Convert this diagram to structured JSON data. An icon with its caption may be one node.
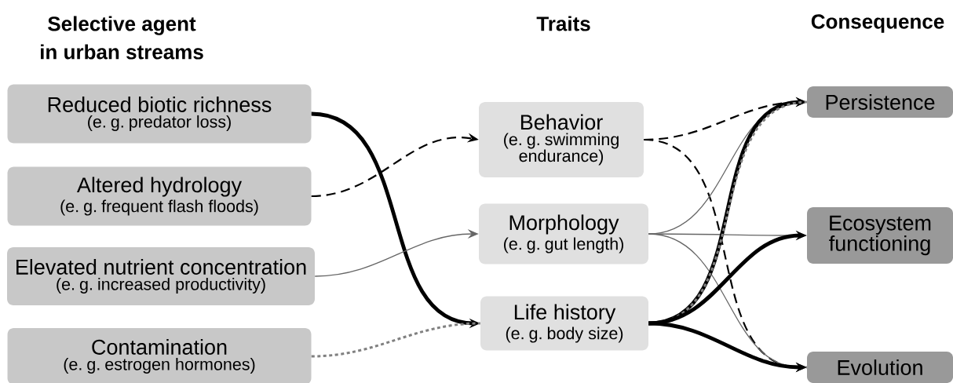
{
  "diagram": {
    "nodes": [
      {
        "text": [
          "Reduced biotic richness",
          "(e. g. predator loss)"
        ]
      },
      {
        "text": [
          "Altered hydrology",
          "(e. g. frequent flash floods)"
        ]
      },
      {
        "text": [
          "Elevated nutrient concentration",
          "(e. g. increased productivity)"
        ]
      },
      {
        "text": [
          "Contamination",
          "(e. g. estrogen hormones)"
        ]
      },
      {
        "text": [
          "Behavior",
          "(e. g. swimming endurance)"
        ]
      },
      {
        "text": [
          "Morphology",
          "(e. g. gut length)"
        ]
      },
      {
        "text": [
          "Life history",
          "(e. g. body size)"
        ]
      },
      {
        "text": [
          "Persistence"
        ]
      },
      {
        "text": [
          "Ecosystem functioning"
        ]
      },
      {
        "text": [
          "Evolution"
        ]
      }
    ],
    "edges": [
      {
        "from": 0,
        "to": 6,
        "arrow": "to",
        "style": "thick"
      },
      {
        "from": 1,
        "to": 4,
        "arrow": "to",
        "style": "dashed"
      },
      {
        "from": 2,
        "to": 5,
        "arrow": "to",
        "color": "#666666"
      },
      {
        "from": 3,
        "to": 6,
        "arrow": "none",
        "style": "dashed",
        "color": "#808080"
      },
      {
        "from": 4,
        "to": 7,
        "arrow": "to",
        "style": "dashed"
      },
      {
        "from": 4,
        "to": 9,
        "arrow": "to",
        "style": "dashed"
      },
      {
        "from": 5,
        "to": 7,
        "arrow": "to",
        "color": "#666666"
      },
      {
        "from": 5,
        "to": 8,
        "arrow": "to",
        "color": "#666666"
      },
      {
        "from": 5,
        "to": 9,
        "arrow": "to",
        "color": "#666666"
      },
      {
        "from": 6,
        "to": 7,
        "arrow": "to",
        "style": "thick"
      },
      {
        "from": 6,
        "to": 7,
        "arrow": "none",
        "style": "dashed",
        "color": "#808080"
      },
      {
        "from": 6,
        "to": 8,
        "arrow": "to",
        "style": "thick"
      },
      {
        "from": 6,
        "to": 9,
        "arrow": "none",
        "style": "dashed",
        "color": "#808080"
      },
      {
        "from": 6,
        "to": 9,
        "arrow": "to",
        "style": "thick"
      }
    ],
    "labels": [
      "Selective agent in urban streams",
      "Traits",
      "Consequence"
    ]
  }
}
